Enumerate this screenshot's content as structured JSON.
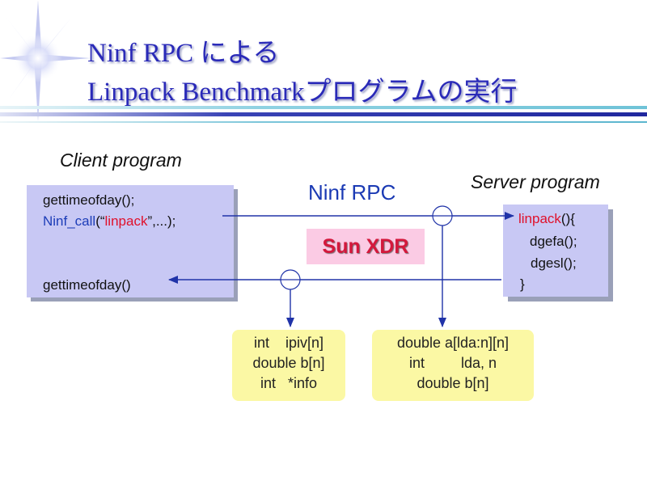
{
  "title": {
    "line1": "Ninf RPC による",
    "line2": "Linpack Benchmarkプログラムの実行"
  },
  "client": {
    "heading": "Client program",
    "line1": "gettimeofday();",
    "call_prefix": "Ninf_call",
    "call_open": "(“",
    "call_name": "linpack",
    "call_rest": "”,...);",
    "line3": "gettimeofday()"
  },
  "rpc": {
    "label": "Ninf RPC",
    "xdr": "Sun XDR"
  },
  "server": {
    "heading": "Server program",
    "func_name": "linpack",
    "func_rest": "(){",
    "line2": "dgefa();",
    "line3": "dgesl();",
    "line4": "}"
  },
  "notes": {
    "return_args": "int    ipiv[n]\ndouble b[n]\nint   *info",
    "call_args": "double a[lda:n][n]\nint         lda, n\ndouble b[n]"
  },
  "colors": {
    "title": "#2a2ab8",
    "box_fill": "#c8c8f4",
    "note_fill": "#fbf8a4",
    "xdr_fill": "#fbcbe4",
    "arrow": "#2033a8",
    "accent_red": "#e0102a"
  }
}
